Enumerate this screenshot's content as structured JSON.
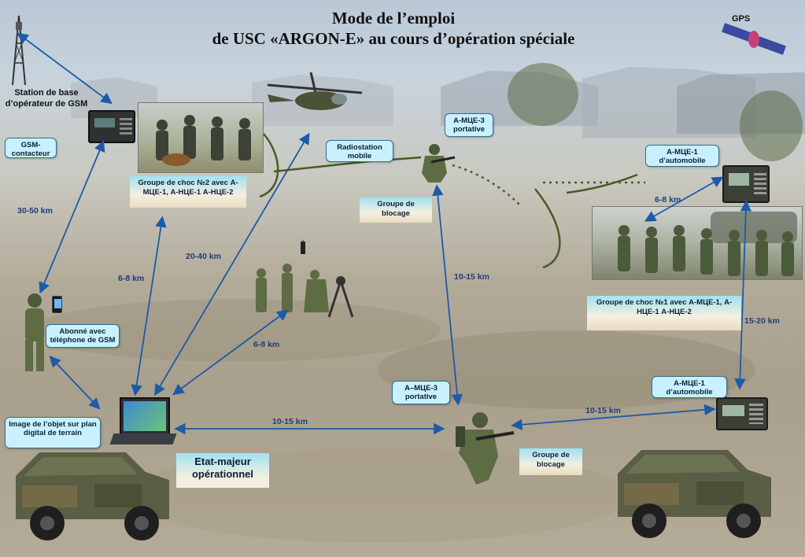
{
  "title": {
    "line1": "Mode de l’emploi",
    "line2": "de USC «ARGON-E» au cours d’opération spéciale"
  },
  "gps_label": "GPS",
  "labels": {
    "station_base": "Station de base d’opérateur de GSM",
    "gsm_contacteur": "GSM-contacteur",
    "groupe_choc_2": "Groupe de choc №2 avec А-МЦЕ-1, А-НЦЕ-1 А-НЦЕ-2",
    "radiostation": "Radiostation mobile",
    "amce3_top": "А-МЦЕ-3 portative",
    "groupe_blocage_top": "Groupe de blocage",
    "amce1_auto_top": "А-МЦЕ-1 d’automobile",
    "groupe_choc_1": "Groupe de choc №1 avec А-МЦЕ-1, А-НЦЕ-1 А-НЦЕ-2",
    "abonne": "Abonné avec téléphone de GSM",
    "image_objet": "Image de l’objet sur plan digital de terrain",
    "etat_major": "Etat-majeur opérationnel",
    "amce3_bottom": "А–МЦЕ-3 portative",
    "groupe_blocage_bottom": "Groupe de blocage",
    "amce1_auto_bottom": "А-МЦЕ-1 d’automobile"
  },
  "distances": {
    "d_30_50": "30-50 km",
    "d_20_40": "20-40 km",
    "d_6_8_left": "6-8 km",
    "d_6_8_mid": "6-8 km",
    "d_6_8_right": "6-8 km",
    "d_10_15_mid": "10-15 km",
    "d_10_15_bottom": "10-15 km",
    "d_10_15_right": "10-15 km",
    "d_15_20": "15-20 km"
  },
  "colors": {
    "arrow": "#1d5aa8",
    "line_green": "#4a5a24",
    "callout_fill": "#c9f0ff"
  }
}
